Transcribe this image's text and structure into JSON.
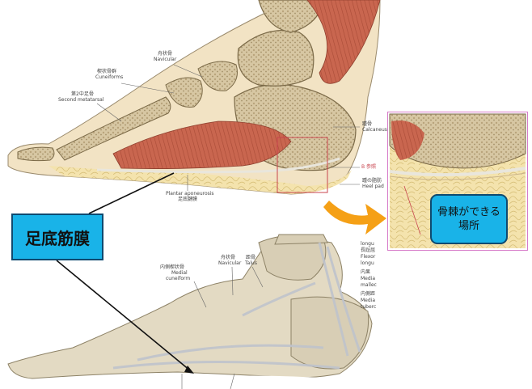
{
  "callouts": {
    "plantar_fascia": "足底筋膜",
    "spur_location": "骨棘ができる場所"
  },
  "top_diagram": {
    "labels": {
      "navicular_jp": "舟状骨",
      "navicular_en": "Navicular",
      "cuneiforms_jp": "楔状骨群",
      "cuneiforms_en": "Cuneiforms",
      "second_metatarsal_jp": "第2中足骨",
      "second_metatarsal_en": "Second metatarsal",
      "calcaneus_jp": "踵骨",
      "calcaneus_en": "Calcaneus",
      "ref_b": "B 参照",
      "heel_pad_jp": "踵の脂肪",
      "heel_pad_en": "Heel pad",
      "plantar_aponeurosis_en": "Plantar aponeurosis",
      "plantar_aponeurosis_jp": "足底腱膜"
    }
  },
  "bottom_diagram": {
    "labels": {
      "medial_cuneiform_jp": "内側楔状骨",
      "medial_cuneiform_en1": "Medial",
      "medial_cuneiform_en2": "cuneiform",
      "navicular_jp": "舟状骨",
      "navicular_en": "Navicular",
      "talus_jp": "距骨",
      "talus_en": "Talus",
      "right_1": "longu",
      "right_2": "長趾屈",
      "right_3": "Flexor",
      "right_4": "longu",
      "right_5": "内果",
      "right_6": "Media",
      "right_7": "mallec",
      "right_8": "内側距",
      "right_9": "Media",
      "right_10": "tuberc"
    }
  },
  "colors": {
    "callout_fill": "#19b3e8",
    "callout_border": "#0e4a70",
    "arrow_orange": "#f5a016",
    "inset_border": "#d77bc9",
    "muscle": "#c9664f",
    "bone": "#d9ccb0",
    "fat": "#f2e0a6"
  }
}
